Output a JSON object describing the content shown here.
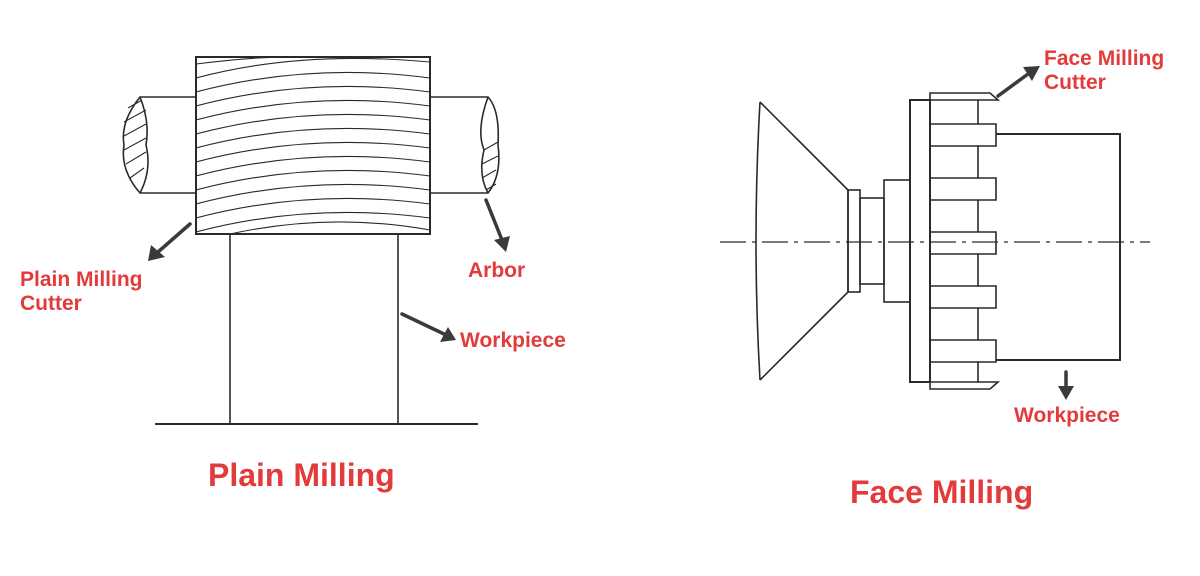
{
  "plain_milling": {
    "title": "Plain Milling",
    "labels": {
      "cutter_line1": "Plain Milling",
      "cutter_line2": "Cutter",
      "arbor": "Arbor",
      "workpiece": "Workpiece"
    }
  },
  "face_milling": {
    "title": "Face Milling",
    "labels": {
      "cutter_line1": "Face Milling",
      "cutter_line2": "Cutter",
      "workpiece": "Workpiece"
    }
  },
  "colors": {
    "label": "#e33b3b",
    "ink": "#2a2a2a",
    "arrow": "#3a3a3a"
  }
}
